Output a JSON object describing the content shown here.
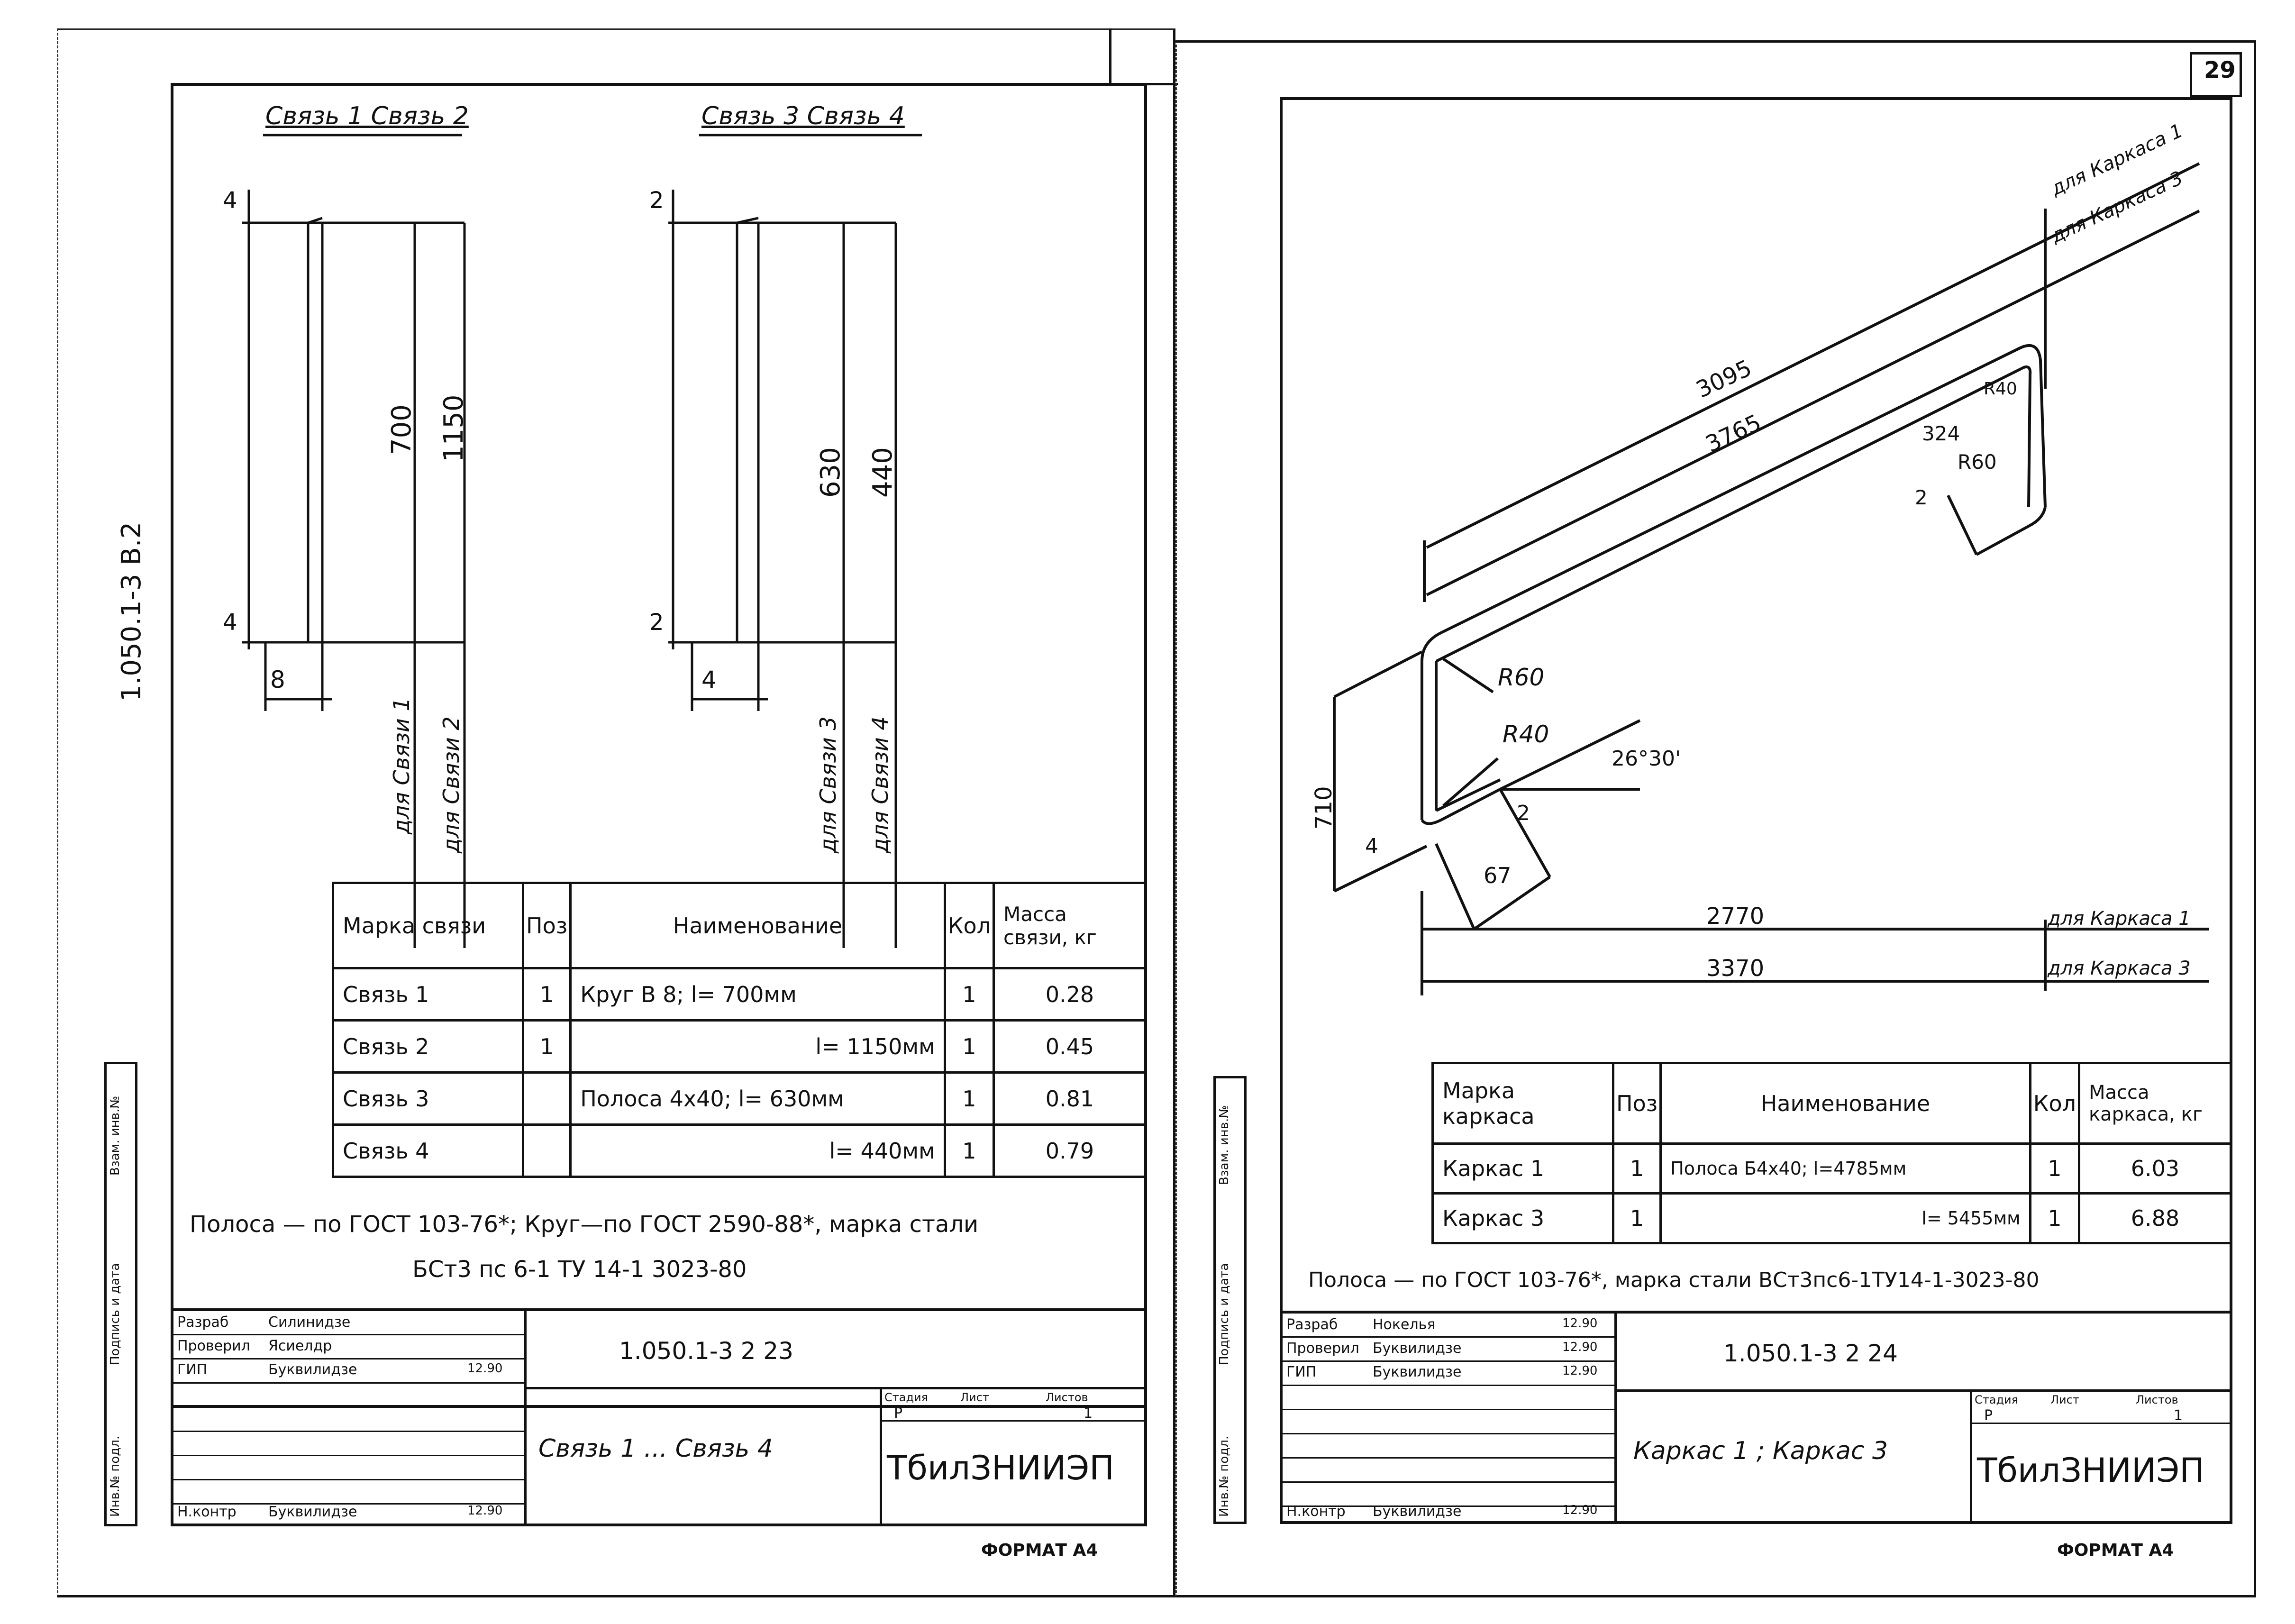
{
  "left_sheet": {
    "title_1": "Связь 1 Связь 2",
    "title_2": "Связь 3 Связь 4",
    "side_doc_code": "1.050.1-3  В.2",
    "dims_1": {
      "top": "4",
      "bottom": "4",
      "inner": "700",
      "outer": "1150",
      "width": "8",
      "label_a": "для Связи 1",
      "label_b": "для Связи 2"
    },
    "dims_2": {
      "top": "2",
      "bottom": "2",
      "inner": "630",
      "outer": "440",
      "width": "4",
      "label_a": "для Связи 3",
      "label_b": "для Связи 4"
    },
    "table": {
      "headers": [
        "Марка связи",
        "Поз",
        "Наименование",
        "Кол",
        "Масса связи, кг"
      ],
      "rows": [
        [
          "Связь 1",
          "1",
          "Круг В 8; l= 700мм",
          "1",
          "0.28"
        ],
        [
          "Связь 2",
          "1",
          "l= 1150мм",
          "1",
          "0.45"
        ],
        [
          "Связь 3",
          "",
          "Полоса 4х40; l= 630мм",
          "1",
          "0.81"
        ],
        [
          "Связь 4",
          "",
          "l= 440мм",
          "1",
          "0.79"
        ]
      ]
    },
    "note_line1": "Полоса — по ГОСТ 103-76*; Круг—по ГОСТ 2590-88*, марка стали",
    "note_line2": "БСт3 пс 6-1 ТУ 14-1 3023-80",
    "stamp": {
      "doc_code": "1.050.1-3   2   23",
      "name": "Связь 1 ... Связь 4",
      "org": "ТбилЗНИИЭП",
      "stage_label": "Стадия",
      "sheet_label": "Лист",
      "sheets_label": "Листов",
      "stage": "Р",
      "sheets": "1",
      "roles": [
        "Разраб",
        "Проверил",
        "ГИП",
        "Н.контр"
      ],
      "names": [
        "Силинидзе",
        "Ясиелдр",
        "Буквилидзе",
        "Буквилидзе"
      ],
      "dates": [
        "",
        "",
        "12.90",
        "12.90"
      ],
      "side_labels": [
        "Инв.№ подл.",
        "Подпись и дата",
        "Взам. инв.№"
      ]
    },
    "format": "ФОРМАТ А4"
  },
  "right_sheet": {
    "page_number": "29",
    "labels": {
      "k1_top": "для Каркаса 1",
      "k3_top": "для Каркаса 3",
      "k1_bottom": "для Каркаса 1",
      "k3_bottom": "для Каркаса 3"
    },
    "dims": {
      "d3095": "3095",
      "d3765": "3765",
      "d324": "324",
      "r40_top": "R40",
      "r60_top": "R60",
      "two_top": "2",
      "r60": "R60",
      "r40": "R40",
      "angle": "26°30'",
      "d710": "710",
      "four": "4",
      "two": "2",
      "d67": "67",
      "d2770": "2770",
      "d3370": "3370"
    },
    "table": {
      "headers": [
        "Марка каркаса",
        "Поз",
        "Наименование",
        "Кол",
        "Масса каркаса, кг"
      ],
      "rows": [
        [
          "Каркас 1",
          "1",
          "Полоса Б4х40; l=4785мм",
          "1",
          "6.03"
        ],
        [
          "Каркас 3",
          "1",
          "l= 5455мм",
          "1",
          "6.88"
        ]
      ]
    },
    "note": "Полоса — по ГОСТ 103-76*, марка стали ВСт3пс6-1ТУ14-1-3023-80",
    "stamp": {
      "doc_code": "1.050.1-3   2   24",
      "name": "Каркас 1 ; Каркас 3",
      "org": "ТбилЗНИИЭП",
      "stage_label": "Стадия",
      "sheet_label": "Лист",
      "sheets_label": "Листов",
      "stage": "Р",
      "sheets": "1",
      "roles": [
        "Разраб",
        "Проверил",
        "ГИП",
        "Н.контр"
      ],
      "names": [
        "Нокелья",
        "Буквилидзе",
        "Буквилидзе",
        "Буквилидзе"
      ],
      "dates": [
        "12.90",
        "12.90",
        "12.90",
        "12.90"
      ],
      "side_labels": [
        "Инв.№ подл.",
        "Подпись и дата",
        "Взам. инв.№"
      ]
    },
    "format": "ФОРМАТ А4"
  }
}
